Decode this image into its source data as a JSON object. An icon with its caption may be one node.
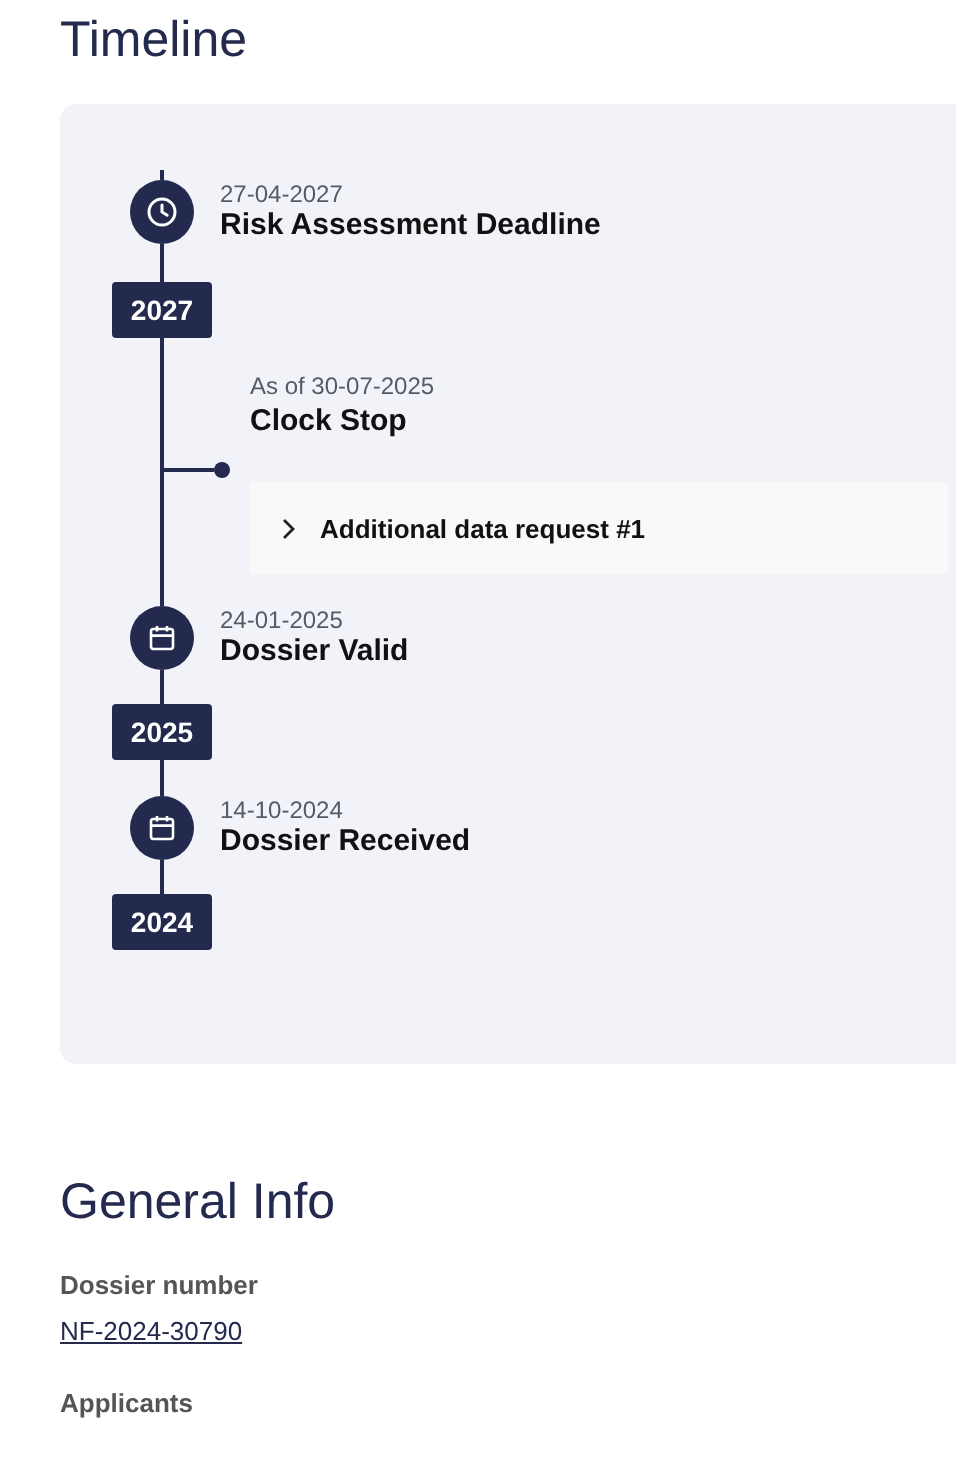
{
  "diagram": {
    "title": "Timeline",
    "nodes": [
      {
        "text": [],
        "shape": "box"
      },
      {
        "text": [
          "27-04-2027",
          "Risk Assessment Deadline"
        ],
        "in": 0
      },
      {
        "text": [
          "2027"
        ],
        "in": 0
      },
      {
        "text": [
          "As of 30-07-2025",
          "Clock Stop"
        ],
        "in": 0
      },
      {
        "text": [
          "Additional data request #1"
        ],
        "in": 0
      },
      {
        "text": [
          "24-01-2025",
          "Dossier Valid"
        ],
        "in": 0
      },
      {
        "text": [
          "2025"
        ],
        "in": 0
      },
      {
        "text": [
          "14-10-2024",
          "Dossier Received"
        ],
        "in": 0
      },
      {
        "text": [
          "2024"
        ],
        "in": 0
      }
    ],
    "edges": [
      {
        "from": null,
        "to": 1,
        "arrow": "none"
      },
      {
        "from": 1,
        "to": 2,
        "arrow": "none"
      },
      {
        "from": 2,
        "to": 3,
        "arrow": "none"
      },
      {
        "from": 2,
        "to": 5,
        "arrow": "none"
      },
      {
        "from": 5,
        "to": 6,
        "arrow": "none"
      },
      {
        "from": 6,
        "to": 7,
        "arrow": "none"
      },
      {
        "from": 7,
        "to": 8,
        "arrow": "none"
      }
    ],
    "labels": [
      "General Info",
      "Dossier number",
      "NF-2024-30790",
      "Applicants"
    ]
  }
}
